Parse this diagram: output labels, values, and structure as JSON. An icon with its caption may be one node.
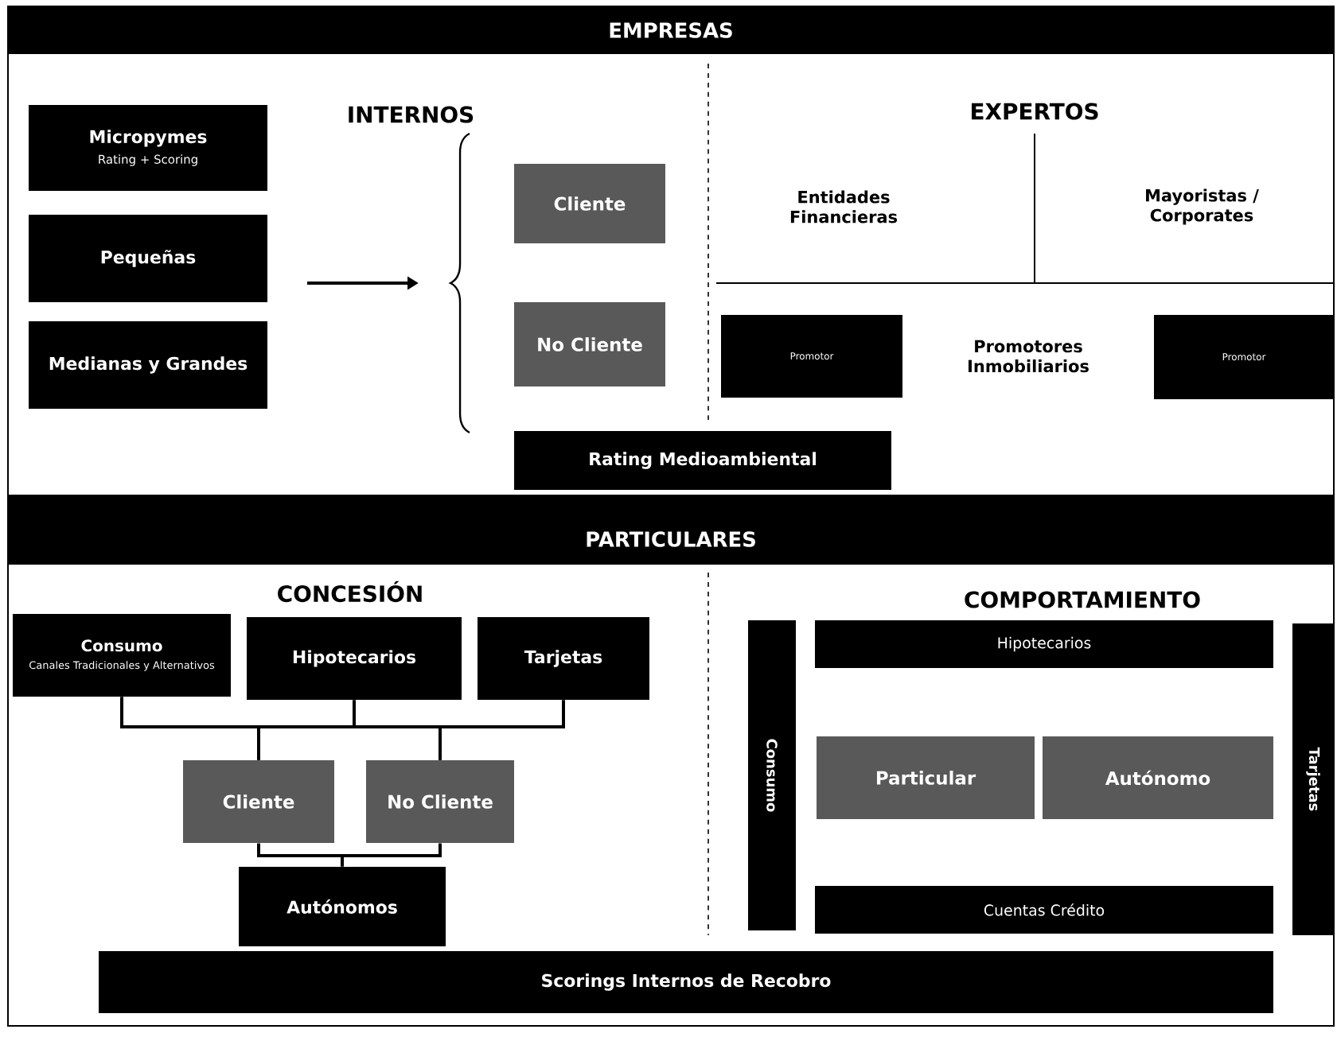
{
  "diagram": {
    "nodes": [
      {
        "text": [
          "EMPRESAS"
        ]
      },
      {
        "text": [
          "Micropymes",
          "Rating + Scoring"
        ]
      },
      {
        "text": [
          "Pequeñas"
        ]
      },
      {
        "text": [
          "Medianas y Grandes"
        ]
      },
      {
        "text": [
          "Cliente"
        ]
      },
      {
        "text": [
          "No Cliente"
        ]
      },
      {
        "text": [
          "Rating Medioambiental"
        ]
      },
      {
        "text": [
          "Promotor"
        ]
      },
      {
        "text": [
          "Promotor"
        ]
      },
      {
        "text": [
          "PARTICULARES"
        ]
      },
      {
        "text": [
          "Consumo",
          "Canales Tradicionales y Alternativos"
        ]
      },
      {
        "text": [
          "Hipotecarios"
        ]
      },
      {
        "text": [
          "Tarjetas"
        ]
      },
      {
        "text": [
          "Cliente"
        ]
      },
      {
        "text": [
          "No Cliente"
        ]
      },
      {
        "text": [
          "Autónomos"
        ]
      },
      {
        "text": [
          "Consumo"
        ]
      },
      {
        "text": [
          "Hipotecarios"
        ]
      },
      {
        "text": [
          "Particular"
        ]
      },
      {
        "text": [
          "Autónomo"
        ]
      },
      {
        "text": [
          "Cuentas Crédito"
        ]
      },
      {
        "text": [
          "Tarjetas"
        ]
      },
      {
        "text": [
          "Scorings Internos de Recobro"
        ]
      }
    ],
    "edges": [
      {
        "from": 10,
        "to": 13,
        "arrow": "none"
      },
      {
        "from": 11,
        "to": 13,
        "arrow": "none"
      },
      {
        "from": 12,
        "to": 13,
        "arrow": "none"
      },
      {
        "from": 10,
        "to": 14,
        "arrow": "none"
      },
      {
        "from": 11,
        "to": 14,
        "arrow": "none"
      },
      {
        "from": 12,
        "to": 14,
        "arrow": "none"
      },
      {
        "from": 13,
        "to": 15,
        "arrow": "none"
      },
      {
        "from": 14,
        "to": 15,
        "arrow": "none"
      }
    ],
    "labels": [
      "INTERNOS",
      "EXPERTOS",
      "Entidades Financieras",
      "Mayoristas / Corporates",
      "Promotores Inmobiliarios",
      "CONCESIÓN",
      "COMPORTAMIENTO"
    ]
  }
}
